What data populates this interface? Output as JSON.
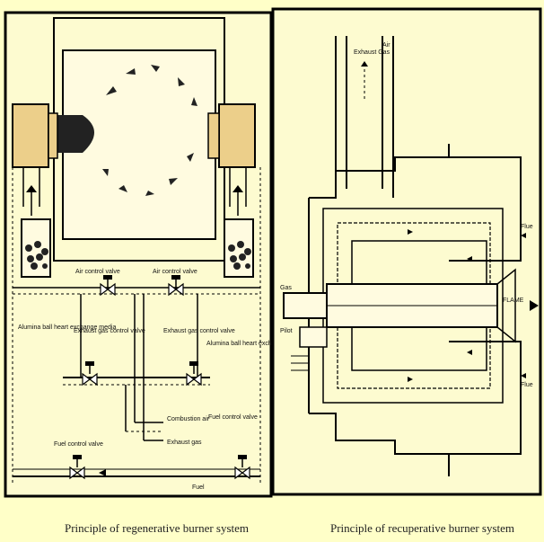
{
  "left_diagram": {
    "labels": {
      "air_control_valve_left": "Air control valve",
      "air_control_valve_right": "Air control valve",
      "exhaust_gas_control_valve_left": "Exhaust gas control valve",
      "exhaust_gas_control_valve_right": "Exhaust gas control valve",
      "alumina_ball_left": "Alumina ball heart exchange media",
      "alumina_ball_right": "Alumina ball heart exchange media",
      "combustion_air": "Combustion air",
      "exhaust_gas": "Exhaust gas",
      "fuel_control_valve_left": "Fuel control valve",
      "fuel_control_valve_right": "Fuel control valve",
      "fuel": "Fuel"
    },
    "caption": "Principle of regenerative burner system"
  },
  "right_diagram": {
    "labels": {
      "exhaust_gas": "Exhaust Gas",
      "air": "Air",
      "gas": "Gas",
      "pilot": "Pilot",
      "flue_top": "Flue",
      "flame": "FLAME",
      "flue_bottom": "Flue"
    },
    "caption": "Principle of recuperative burner system"
  },
  "colors": {
    "background": "#ffffc8",
    "panel": "#fdfbd0",
    "line": "#000000",
    "heat_block": "#eccf8a"
  }
}
